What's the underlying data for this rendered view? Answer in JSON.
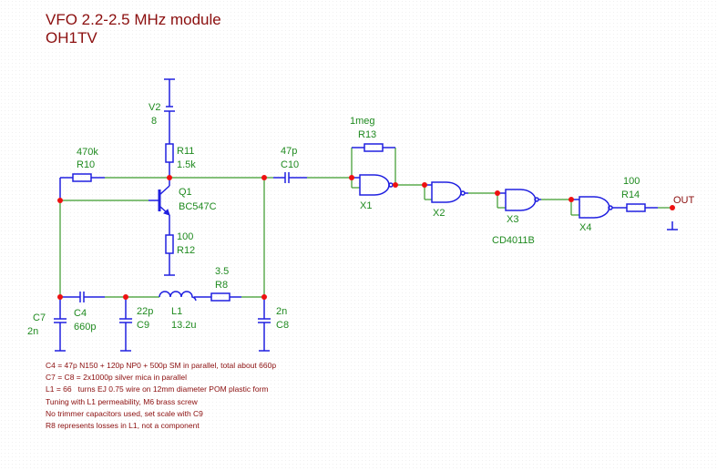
{
  "title": {
    "line1": "VFO 2.2-2.5 MHz module",
    "line2": "OH1TV"
  },
  "colors": {
    "title": "#8b0e0e",
    "label": "#1f8a1f",
    "wire": "#3a9a2a",
    "component": "#2020e0",
    "node": "#ee1111",
    "background": "#ffffff"
  },
  "components": {
    "V2": {
      "ref": "V2",
      "value": "8",
      "type": "battery"
    },
    "R11": {
      "ref": "R11",
      "value": "1.5k",
      "type": "resistor"
    },
    "R10": {
      "ref": "R10",
      "value": "470k",
      "type": "resistor"
    },
    "Q1": {
      "ref": "Q1",
      "value": "BC547C",
      "type": "npn-transistor"
    },
    "R12": {
      "ref": "R12",
      "value": "100",
      "type": "resistor"
    },
    "C10": {
      "ref": "C10",
      "value": "47p",
      "type": "capacitor"
    },
    "R13": {
      "ref": "R13",
      "value": "1meg",
      "type": "resistor"
    },
    "X1": {
      "ref": "X1",
      "type": "nand-gate"
    },
    "X2": {
      "ref": "X2",
      "type": "nand-gate"
    },
    "X3": {
      "ref": "X3",
      "type": "nand-gate"
    },
    "X4": {
      "ref": "X4",
      "type": "nand-gate"
    },
    "ic": {
      "label": "CD4011B"
    },
    "R14": {
      "ref": "R14",
      "value": "100",
      "type": "resistor"
    },
    "OUT": {
      "label": "OUT"
    },
    "C7": {
      "ref": "C7",
      "value": "2n",
      "type": "capacitor"
    },
    "C4": {
      "ref": "C4",
      "value": "660p",
      "type": "capacitor"
    },
    "C9": {
      "ref": "C9",
      "value": "22p",
      "type": "capacitor"
    },
    "L1": {
      "ref": "L1",
      "value": "13.2u",
      "type": "inductor"
    },
    "R8": {
      "ref": "R8",
      "value": "3.5",
      "type": "resistor"
    },
    "C8": {
      "ref": "C8",
      "value": "2n",
      "type": "capacitor"
    }
  },
  "notes": [
    "C4 = 47p N150 + 120p NP0 + 500p SM in parallel, total about 660p",
    "C7 = C8 = 2x1000p silver mica in parallel",
    "L1 = 66   turns EJ 0.75 wire on 12mm diameter POM plastic form",
    "Tuning with L1 permeability, M6 brass screw",
    "No trimmer capacitors used, set scale with C9",
    "R8 represents losses in L1, not a component"
  ]
}
